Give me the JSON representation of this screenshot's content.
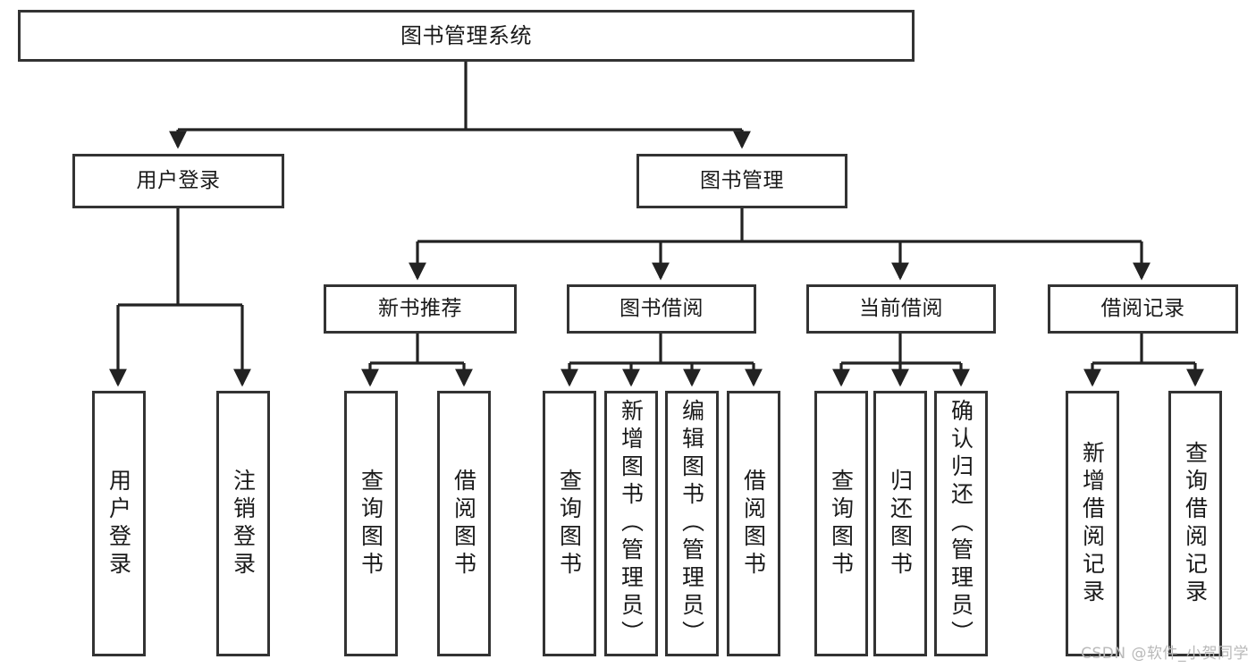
{
  "diagram": {
    "title": "图书管理系统",
    "type": "tree-hierarchy-diagram",
    "watermark": "CSDN @软件_小贺同学",
    "colors": {
      "stroke": "#333333",
      "fill": "#ffffff",
      "text": "#1a1a1a",
      "watermark": "#b9b9b9"
    },
    "levels": {
      "root": {
        "label": "图书管理系统"
      },
      "level2": [
        {
          "id": "user-login",
          "label": "用户登录"
        },
        {
          "id": "book-management",
          "label": "图书管理"
        }
      ],
      "level3": [
        {
          "id": "new-book-recommend",
          "label": "新书推荐"
        },
        {
          "id": "book-borrow",
          "label": "图书借阅"
        },
        {
          "id": "current-borrow",
          "label": "当前借阅"
        },
        {
          "id": "borrow-record",
          "label": "借阅记录"
        }
      ],
      "leaves": [
        {
          "id": "leaf-user-login",
          "label": "用户登录",
          "parent": "user-login"
        },
        {
          "id": "leaf-logout-login",
          "label": "注销登录",
          "parent": "user-login"
        },
        {
          "id": "leaf-query-book-1",
          "label": "查询图书",
          "parent": "new-book-recommend"
        },
        {
          "id": "leaf-borrow-book-1",
          "label": "借阅图书",
          "parent": "new-book-recommend"
        },
        {
          "id": "leaf-query-book-2",
          "label": "查询图书",
          "parent": "book-borrow"
        },
        {
          "id": "leaf-add-book",
          "label": "新增图书（管理员）",
          "parent": "book-borrow"
        },
        {
          "id": "leaf-edit-book",
          "label": "编辑图书（管理员）",
          "parent": "book-borrow"
        },
        {
          "id": "leaf-borrow-book-2",
          "label": "借阅图书",
          "parent": "book-borrow"
        },
        {
          "id": "leaf-query-book-3",
          "label": "查询图书",
          "parent": "current-borrow"
        },
        {
          "id": "leaf-return-book",
          "label": "归还图书",
          "parent": "current-borrow"
        },
        {
          "id": "leaf-confirm-return",
          "label": "确认归还（管理员）",
          "parent": "current-borrow"
        },
        {
          "id": "leaf-add-record",
          "label": "新增借阅记录",
          "parent": "borrow-record"
        },
        {
          "id": "leaf-query-record",
          "label": "查询借阅记录",
          "parent": "borrow-record"
        }
      ]
    }
  }
}
